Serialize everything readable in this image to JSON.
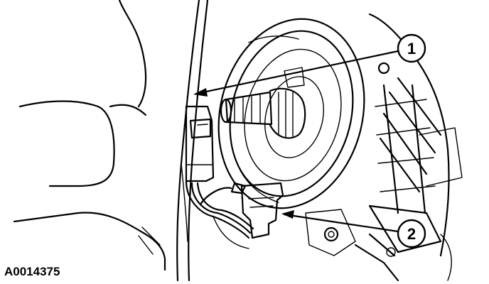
{
  "figure_code": "A0014375",
  "callouts": [
    {
      "number": "1"
    },
    {
      "number": "2"
    }
  ],
  "colors": {
    "ink": "#000000",
    "background": "#ffffff"
  }
}
